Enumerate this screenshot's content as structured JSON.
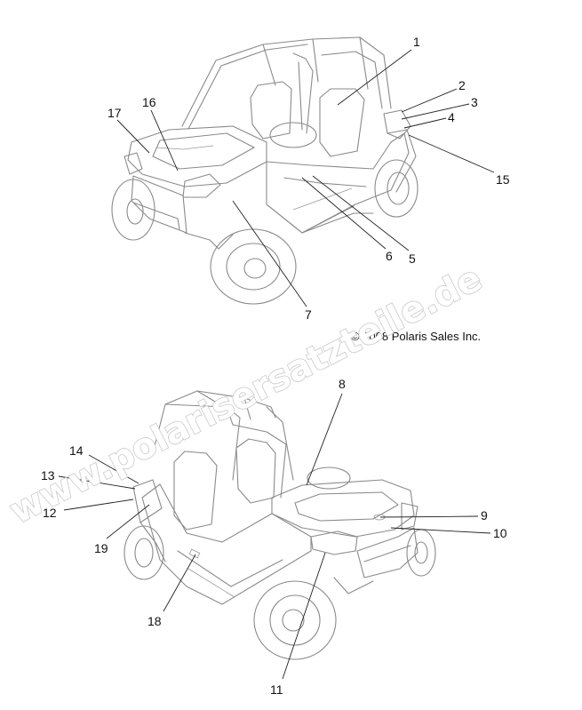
{
  "copyright": "© 2008 Polaris Sales Inc.",
  "watermark": "www.polarisersatzteile.de",
  "callouts_top": [
    "1",
    "2",
    "3",
    "4",
    "15",
    "5",
    "6",
    "7",
    "16",
    "17"
  ],
  "callouts_bottom": [
    "8",
    "9",
    "10",
    "11",
    "18",
    "19",
    "12",
    "13",
    "14"
  ]
}
